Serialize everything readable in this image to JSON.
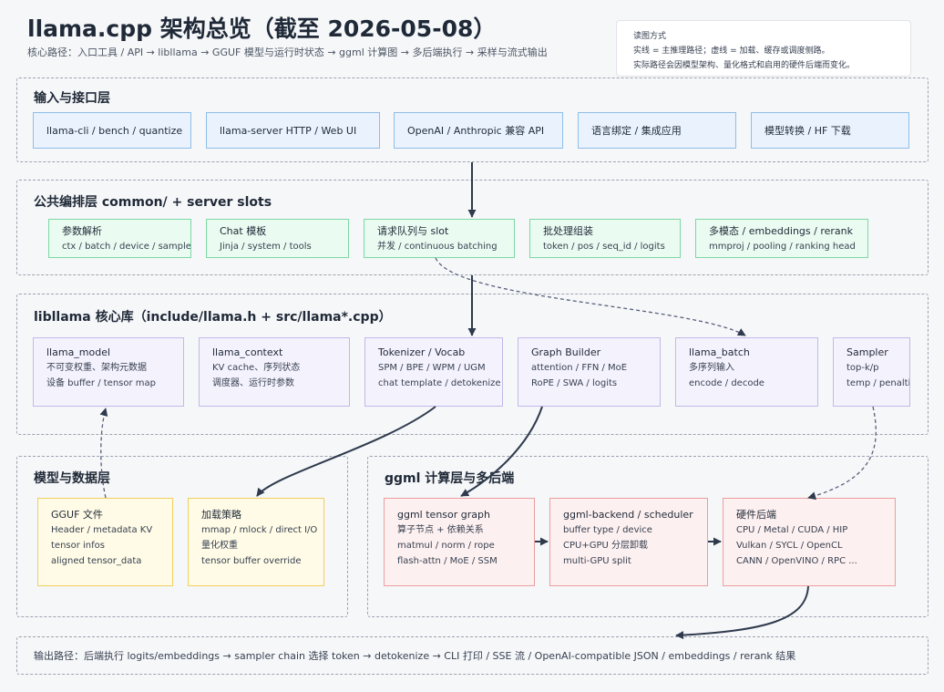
{
  "header": {
    "title": "llama.cpp 架构总览（截至 2026-05-08）",
    "subtitle": "核心路径：入口工具 / API → libllama → GGUF 模型与运行时状态 → ggml 计算图 → 多后端执行 → 采样与流式输出"
  },
  "legend": {
    "title": "读图方式",
    "line1": "实线 = 主推理路径；虚线 = 加载、缓存或调度侧路。",
    "line2": "实际路径会因模型架构、量化格式和启用的硬件后端而变化。"
  },
  "layers": {
    "input": {
      "title": "输入与接口层",
      "boxes": [
        "llama-cli / bench / quantize",
        "llama-server HTTP / Web UI",
        "OpenAI / Anthropic 兼容 API",
        "语言绑定 / 集成应用",
        "模型转换 / HF 下载"
      ]
    },
    "common": {
      "title": "公共编排层 common/ + server slots",
      "boxes": [
        {
          "title": "参数解析",
          "lines": [
            "ctx / batch / device / sampler"
          ]
        },
        {
          "title": "Chat 模板",
          "lines": [
            "Jinja / system / tools"
          ]
        },
        {
          "title": "请求队列与 slot",
          "lines": [
            "并发 / continuous batching"
          ]
        },
        {
          "title": "批处理组装",
          "lines": [
            "token / pos / seq_id / logits"
          ]
        },
        {
          "title": "多模态 / embeddings / rerank",
          "lines": [
            "mmproj / pooling / ranking head"
          ]
        }
      ]
    },
    "core": {
      "title": "libllama 核心库（include/llama.h + src/llama*.cpp）",
      "boxes": [
        {
          "title": "llama_model",
          "lines": [
            "不可变权重、架构元数据",
            "设备 buffer / tensor map"
          ]
        },
        {
          "title": "llama_context",
          "lines": [
            "KV cache、序列状态",
            "调度器、运行时参数"
          ]
        },
        {
          "title": "Tokenizer / Vocab",
          "lines": [
            "SPM / BPE / WPM / UGM",
            "chat template / detokenize"
          ]
        },
        {
          "title": "Graph Builder",
          "lines": [
            "attention / FFN / MoE",
            "RoPE / SWA / logits"
          ]
        },
        {
          "title": "llama_batch",
          "lines": [
            "多序列输入",
            "encode / decode"
          ]
        },
        {
          "title": "Sampler",
          "lines": [
            "top-k/p",
            "temp / penalties"
          ]
        }
      ]
    },
    "model": {
      "title": "模型与数据层",
      "boxes": [
        {
          "title": "GGUF 文件",
          "lines": [
            "Header / metadata KV",
            "tensor infos",
            "aligned tensor_data"
          ]
        },
        {
          "title": "加载策略",
          "lines": [
            "mmap / mlock / direct I/O",
            "量化权重",
            "tensor buffer override"
          ]
        }
      ]
    },
    "ggml": {
      "title": "ggml 计算层与多后端",
      "boxes": [
        {
          "title": "ggml tensor graph",
          "lines": [
            "算子节点 + 依赖关系",
            "matmul / norm / rope",
            "flash-attn / MoE / SSM"
          ]
        },
        {
          "title": "ggml-backend / scheduler",
          "lines": [
            "buffer type / device",
            "CPU+GPU 分层卸载",
            "multi-GPU split"
          ]
        },
        {
          "title": "硬件后端",
          "lines": [
            "CPU / Metal / CUDA / HIP",
            "Vulkan / SYCL / OpenCL",
            "CANN / OpenVINO / RPC ..."
          ]
        }
      ]
    }
  },
  "output": {
    "text": "输出路径：后端执行 logits/embeddings → sampler chain 选择 token → detokenize → CLI 打印 / SSE 流 / OpenAI-compatible JSON / embeddings / rerank 结果"
  },
  "colors": {
    "arrow": "#2f3a4d",
    "input_fill": "#eaf3fd",
    "common_fill": "#eafbf1",
    "core_fill": "#f4f2fd",
    "model_fill": "#fffbe6",
    "ggml_fill": "#fdf0f0"
  }
}
